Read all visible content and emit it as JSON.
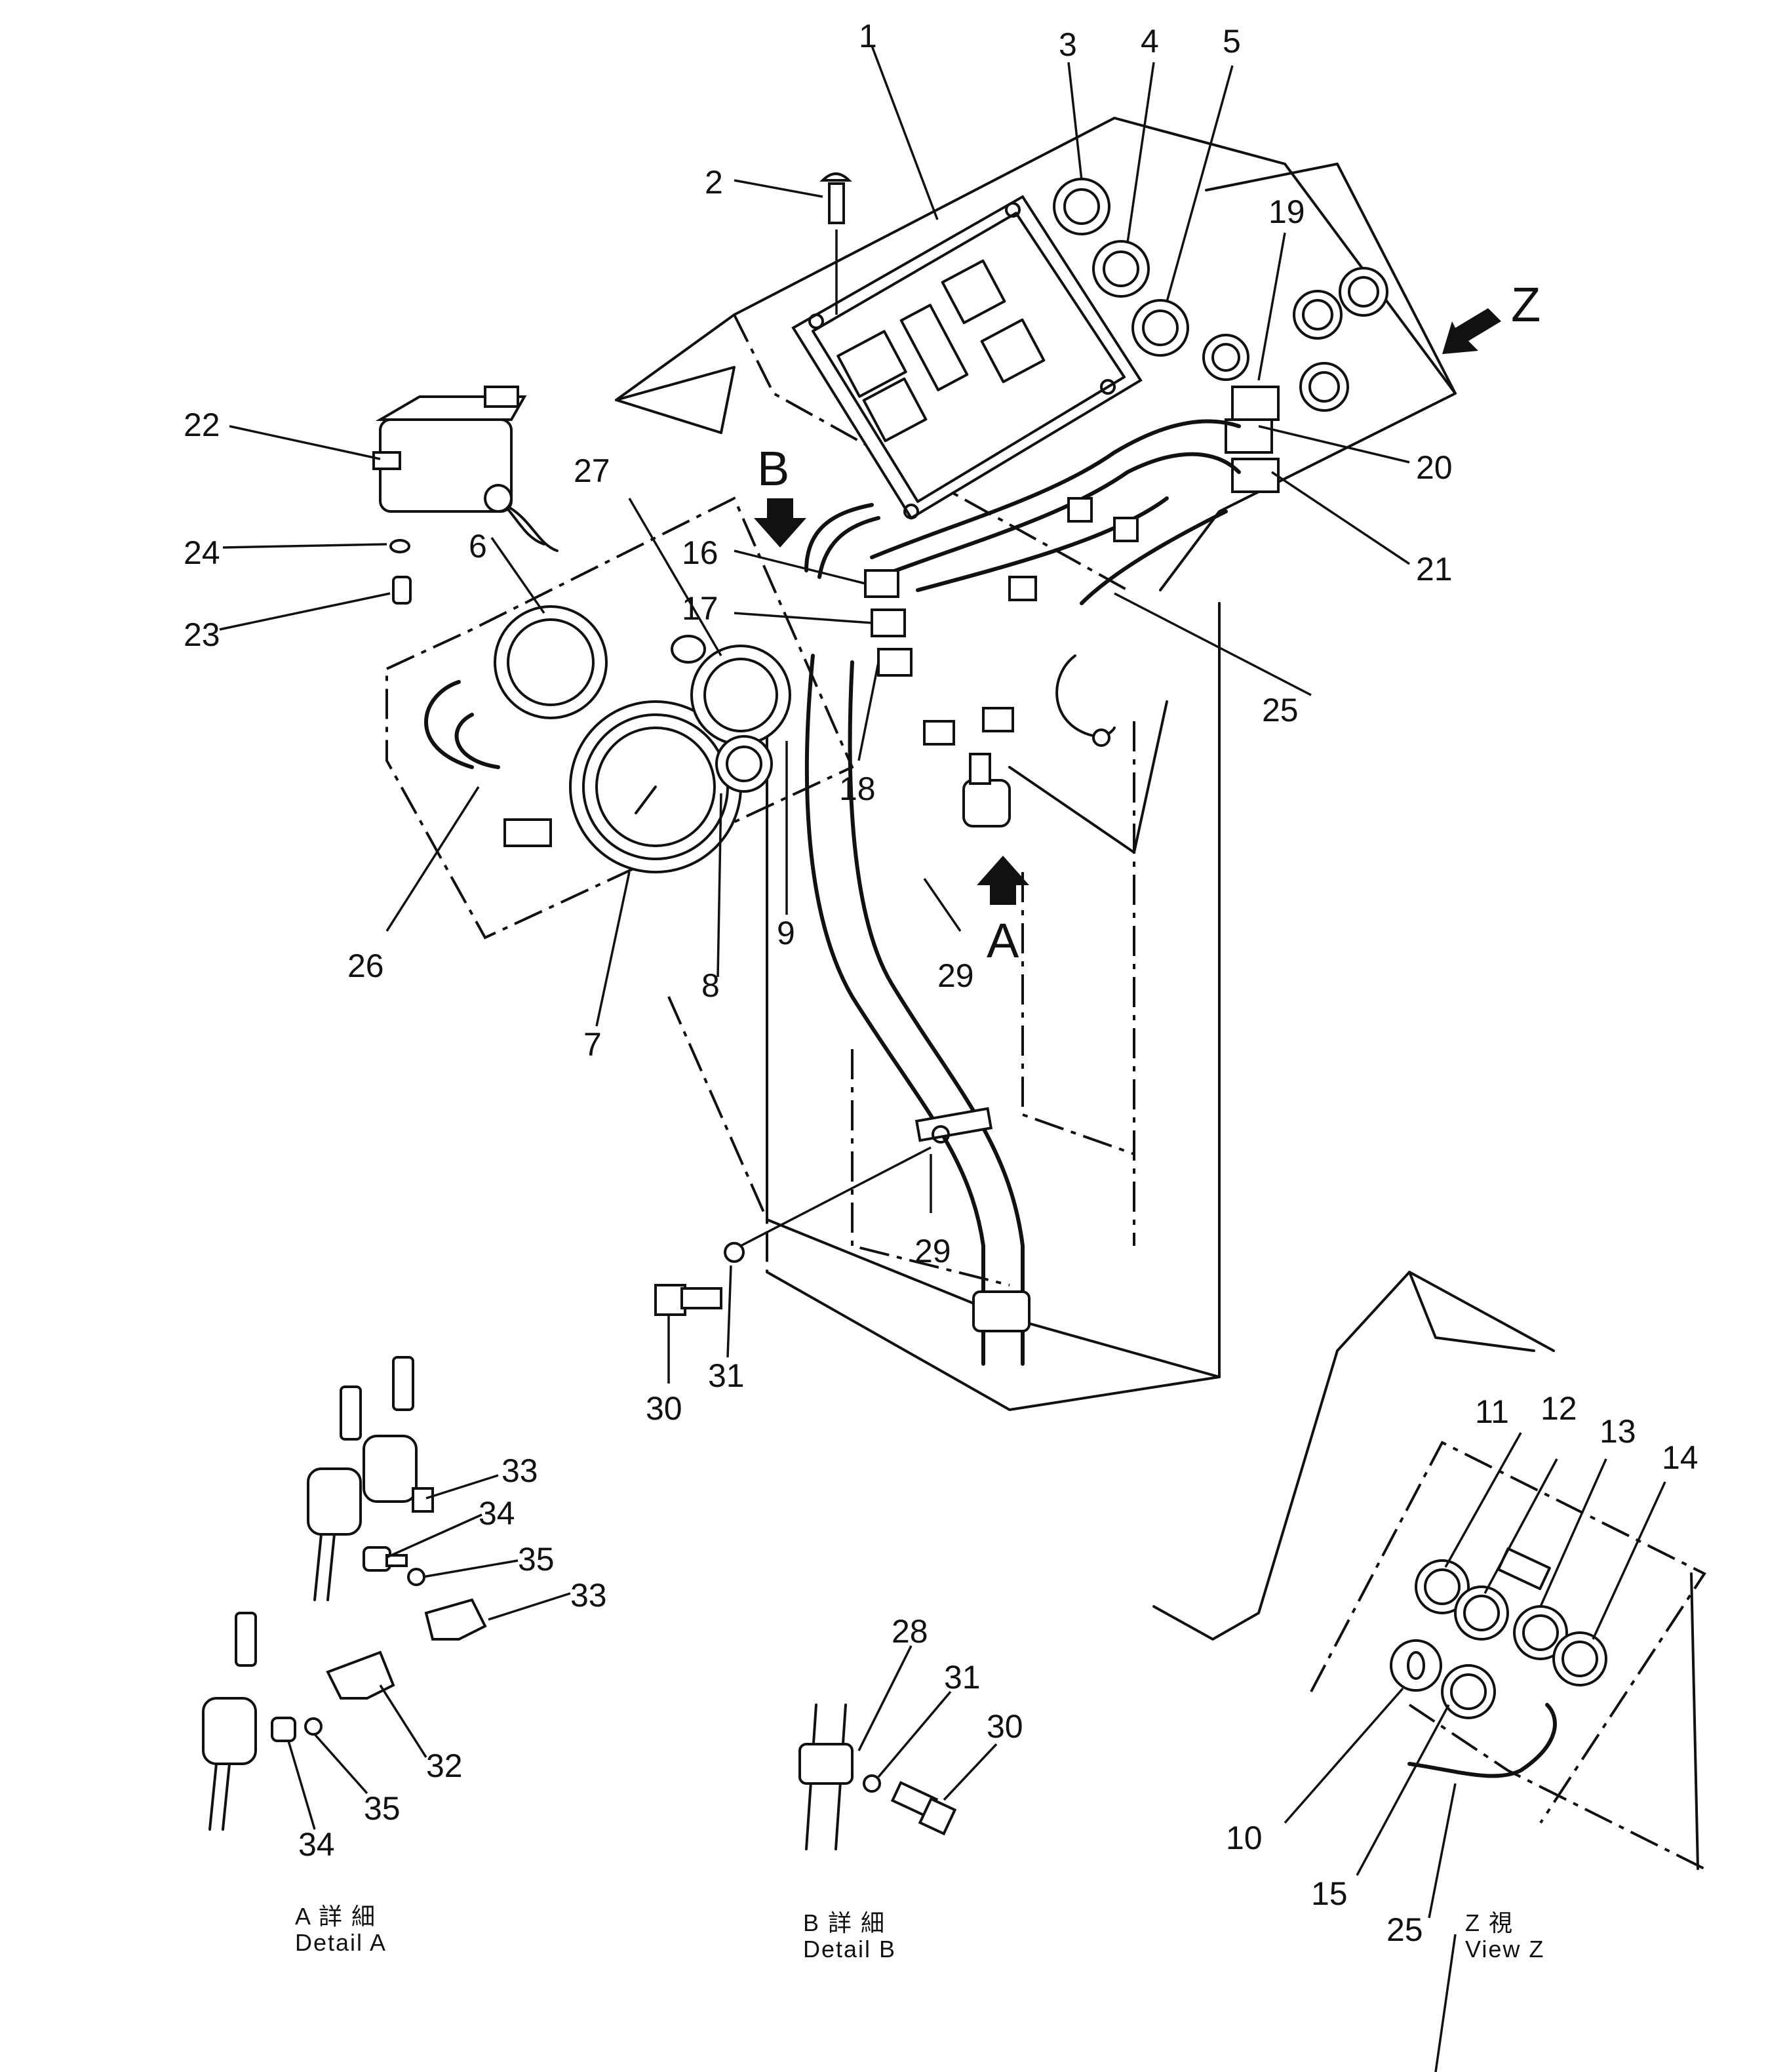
{
  "callouts": {
    "c1": "1",
    "c2": "2",
    "c3": "3",
    "c4": "4",
    "c5": "5",
    "c6": "6",
    "c7": "7",
    "c8": "8",
    "c9": "9",
    "c10": "10",
    "c11": "11",
    "c12": "12",
    "c13": "13",
    "c14": "14",
    "c15": "15",
    "c16": "16",
    "c17": "17",
    "c18": "18",
    "c19": "19",
    "c20": "20",
    "c21": "21",
    "c22": "22",
    "c23": "23",
    "c24": "24",
    "c25a": "25",
    "c25b": "25",
    "c26": "26",
    "c27": "27",
    "c28": "28",
    "c29a": "29",
    "c29b": "29",
    "c30a": "30",
    "c30b": "30",
    "c31a": "31",
    "c31b": "31",
    "c32": "32",
    "c33a": "33",
    "c33b": "33",
    "c34a": "34",
    "c34b": "34",
    "c35a": "35",
    "c35b": "35"
  },
  "view_markers": {
    "a": "A",
    "b": "B",
    "z": "Z"
  },
  "captions": {
    "detail_a_jp": "A 詳 細",
    "detail_a_en": "Detail A",
    "detail_b_jp": "B 詳 細",
    "detail_b_en": "Detail B",
    "view_z_jp": "Z 視",
    "view_z_en": "View Z"
  }
}
